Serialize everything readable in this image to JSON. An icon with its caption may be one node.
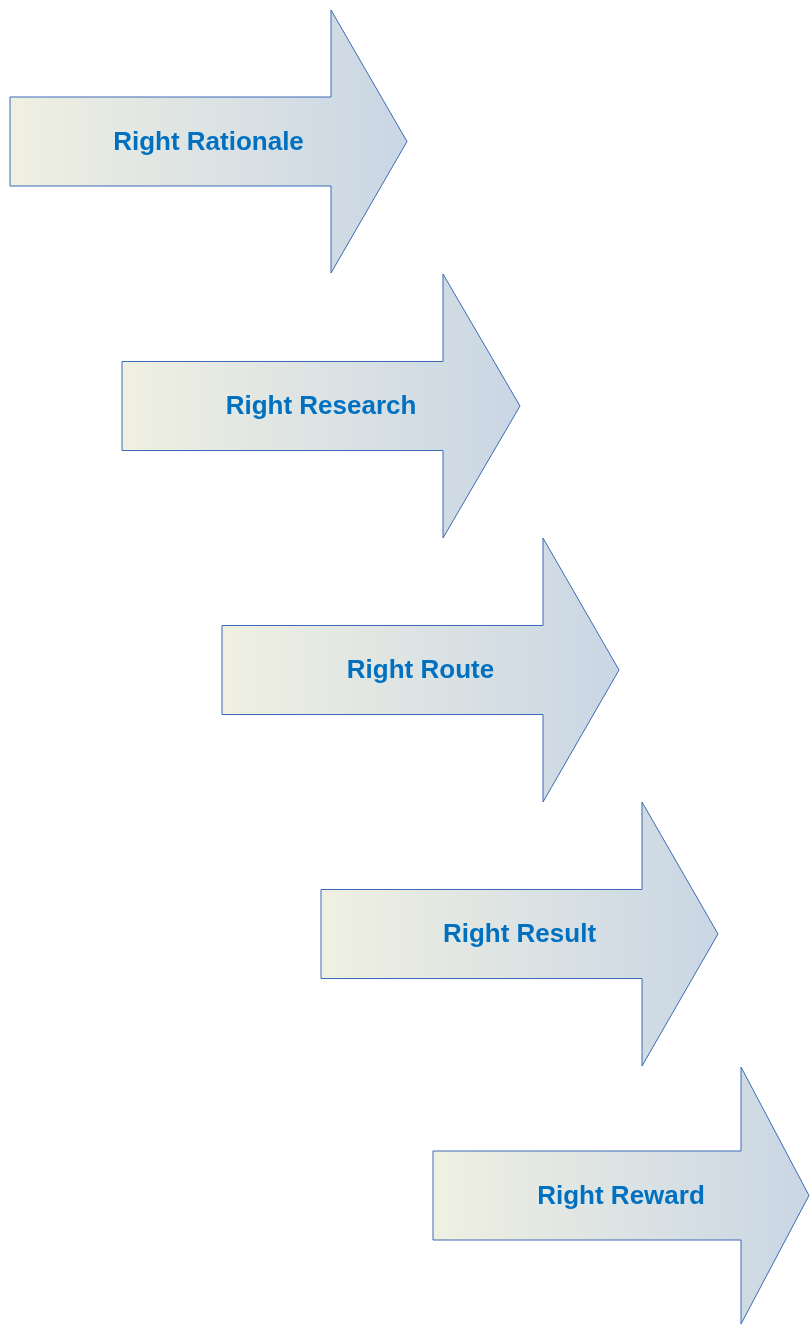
{
  "diagram": {
    "nodes": [
      {
        "text": [
          "Right Rationale"
        ]
      },
      {
        "text": [
          "Right Research"
        ]
      },
      {
        "text": [
          "Right Route"
        ]
      },
      {
        "text": [
          "Right Result"
        ]
      },
      {
        "text": [
          "Right Reward"
        ]
      }
    ]
  }
}
